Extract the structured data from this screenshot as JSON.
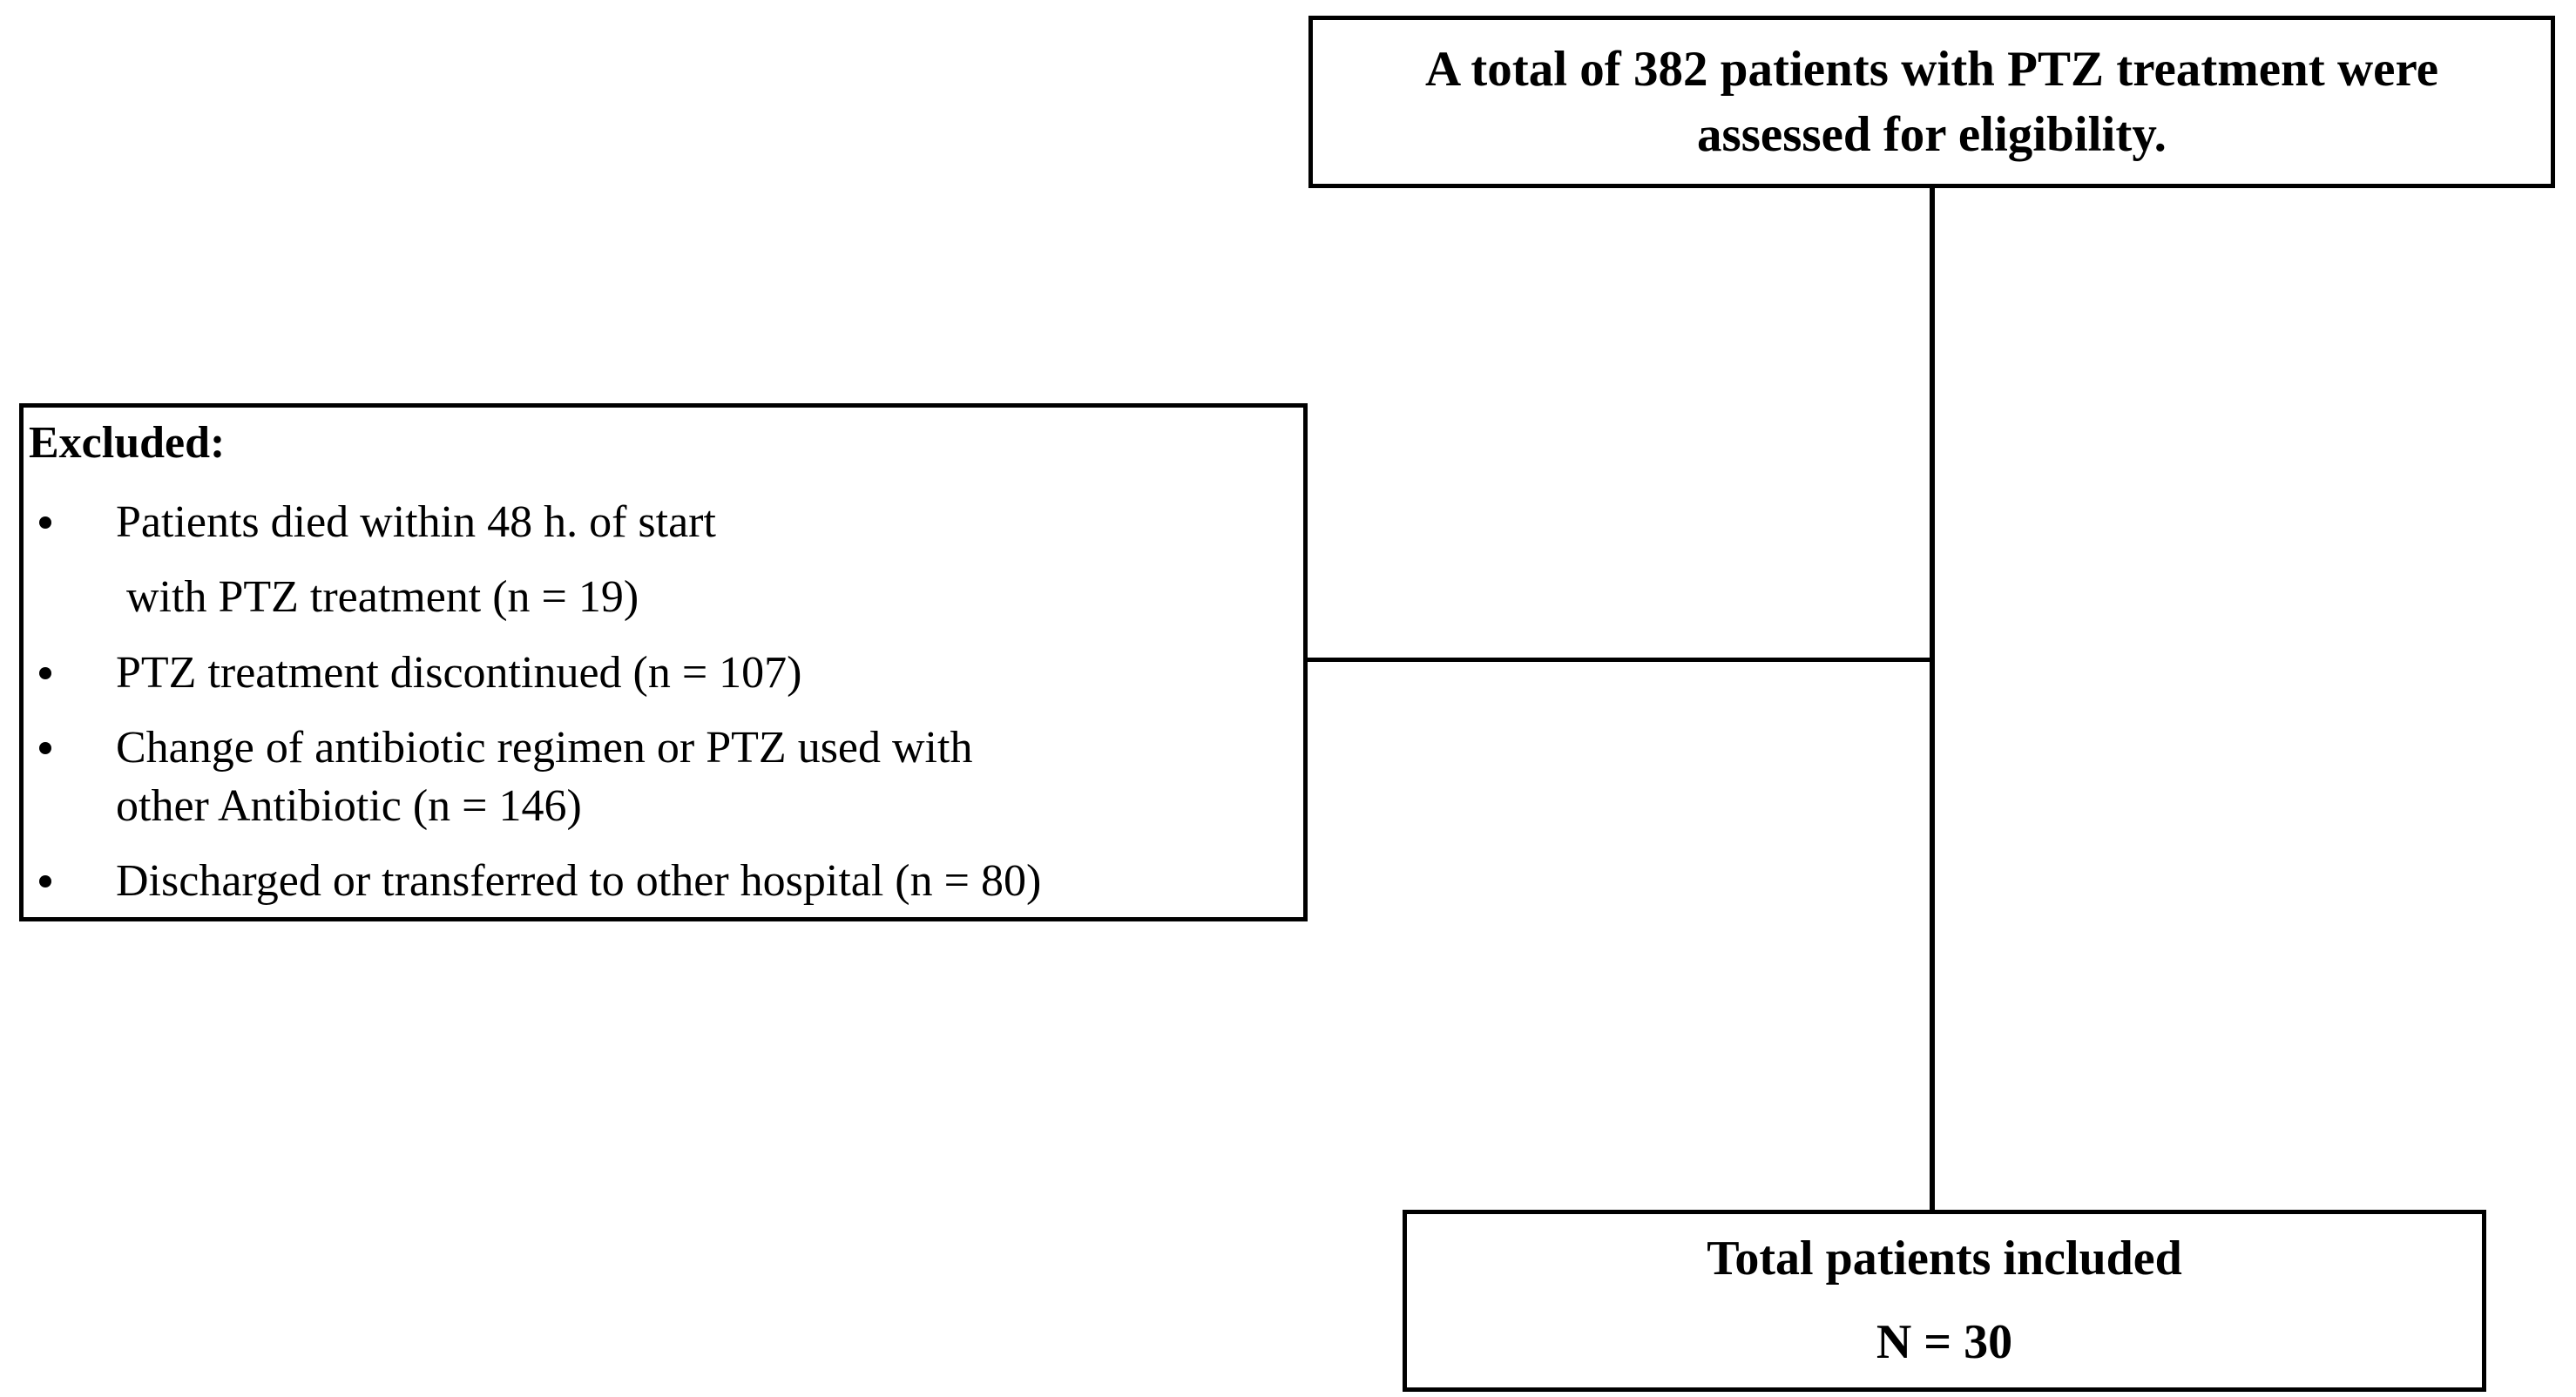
{
  "flowchart": {
    "boxes": {
      "assessed": {
        "lines": [
          "A total of 382 patients with PTZ treatment were",
          "assessed for eligibility."
        ]
      },
      "excluded": {
        "heading": "Excluded:",
        "items": [
          {
            "lines": [
              "Patients died within 48 h. of start",
              "with PTZ treatment (n = 19)"
            ]
          },
          {
            "lines": [
              "PTZ treatment discontinued (n = 107)"
            ]
          },
          {
            "lines": [
              "Change of antibiotic regimen or PTZ used with",
              "other Antibiotic  (n = 146)"
            ]
          },
          {
            "lines": [
              "Discharged or transferred to other hospital (n = 80)"
            ]
          }
        ]
      },
      "included": {
        "lines": [
          "Total patients included",
          "N = 30"
        ]
      }
    },
    "colors": {
      "border": "#000000",
      "background": "#ffffff",
      "text": "#000000"
    }
  }
}
